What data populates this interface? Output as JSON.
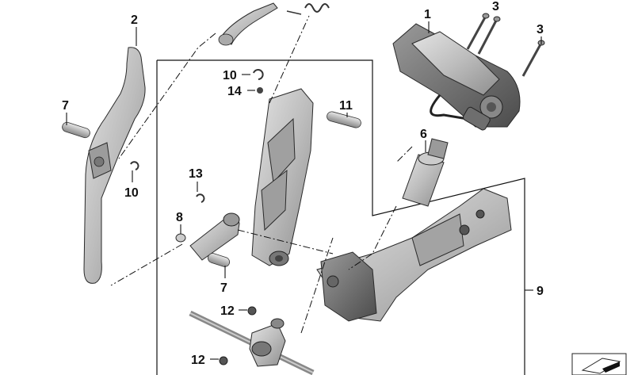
{
  "callouts": {
    "c1": "1",
    "c2": "2",
    "c3a": "3",
    "c3b": "3",
    "c6": "6",
    "c7a": "7",
    "c7b": "7",
    "c8": "8",
    "c9": "9",
    "c10a": "10",
    "c10b": "10",
    "c11": "11",
    "c12a": "12",
    "c12b": "12",
    "c13": "13",
    "c14": "14"
  },
  "parts": [
    "sensor-unit",
    "guide-rail",
    "mounting-screws",
    "potentiometer-sleeve",
    "pins",
    "clips",
    "pedal-lever",
    "mounting-bracket",
    "shaft",
    "nuts",
    "bushing",
    "spring"
  ],
  "colors": {
    "metal_light": "#d6d6d6",
    "metal_mid": "#a9a9a9",
    "metal_dark": "#6e6e6e",
    "line": "#111111"
  }
}
